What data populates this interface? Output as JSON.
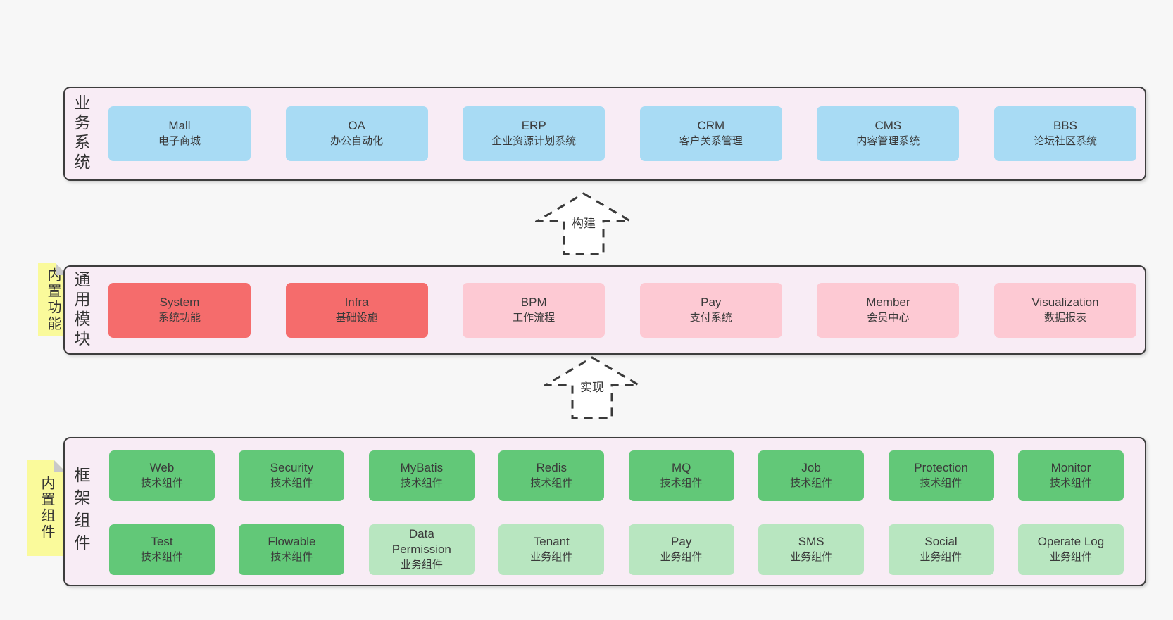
{
  "colors": {
    "page_bg": "#f7f7f7",
    "panel_bg": "#f8ecf5",
    "panel_border": "#3d3d3d",
    "blue": "#a8dbf4",
    "red": "#f56c6c",
    "pink": "#fdc9d3",
    "green": "#62c878",
    "light_green": "#b8e6c0",
    "sticky_yellow": "#fafa9b",
    "sticky_fold": "#c9c9c9",
    "text": "#3a3a3a"
  },
  "layers": {
    "business": {
      "side_label": "业务系统",
      "boxes": [
        {
          "name": "Mall",
          "subtitle": "电子商城"
        },
        {
          "name": "OA",
          "subtitle": "办公自动化"
        },
        {
          "name": "ERP",
          "subtitle": "企业资源计划系统"
        },
        {
          "name": "CRM",
          "subtitle": "客户关系管理"
        },
        {
          "name": "CMS",
          "subtitle": "内容管理系统"
        },
        {
          "name": "BBS",
          "subtitle": "论坛社区系统"
        }
      ]
    },
    "modules": {
      "side_label": "通用模块",
      "sticky_note": "内置功能",
      "boxes": [
        {
          "name": "System",
          "subtitle": "系统功能"
        },
        {
          "name": "Infra",
          "subtitle": "基础设施"
        },
        {
          "name": "BPM",
          "subtitle": "工作流程"
        },
        {
          "name": "Pay",
          "subtitle": "支付系统"
        },
        {
          "name": "Member",
          "subtitle": "会员中心"
        },
        {
          "name": "Visualization",
          "subtitle": "数据报表"
        }
      ]
    },
    "components": {
      "side_label": "框架组件",
      "sticky_note": "内置组件",
      "row1": [
        {
          "name": "Web",
          "subtitle": "技术组件"
        },
        {
          "name": "Security",
          "subtitle": "技术组件"
        },
        {
          "name": "MyBatis",
          "subtitle": "技术组件"
        },
        {
          "name": "Redis",
          "subtitle": "技术组件"
        },
        {
          "name": "MQ",
          "subtitle": "技术组件"
        },
        {
          "name": "Job",
          "subtitle": "技术组件"
        },
        {
          "name": "Protection",
          "subtitle": "技术组件"
        },
        {
          "name": "Monitor",
          "subtitle": "技术组件"
        }
      ],
      "row2": [
        {
          "name": "Test",
          "subtitle": "技术组件"
        },
        {
          "name": "Flowable",
          "subtitle": "技术组件"
        },
        {
          "name": "Data Permission",
          "subtitle": "业务组件"
        },
        {
          "name": "Tenant",
          "subtitle": "业务组件"
        },
        {
          "name": "Pay",
          "subtitle": "业务组件"
        },
        {
          "name": "SMS",
          "subtitle": "业务组件"
        },
        {
          "name": "Social",
          "subtitle": "业务组件"
        },
        {
          "name": "Operate Log",
          "subtitle": "业务组件"
        }
      ]
    }
  },
  "arrows": [
    {
      "label": "构建"
    },
    {
      "label": "实现"
    }
  ]
}
